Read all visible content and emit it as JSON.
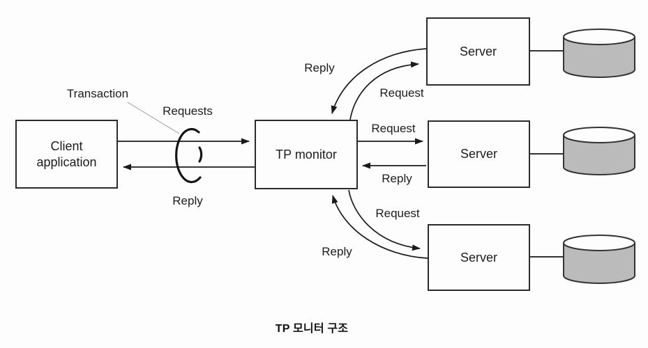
{
  "diagram": {
    "caption": "TP 모니터 구조",
    "nodes": {
      "client": "Client application",
      "tp_monitor": "TP monitor",
      "server_top": "Server",
      "server_mid": "Server",
      "server_bottom": "Server"
    },
    "labels": {
      "transaction": "Transaction",
      "requests": "Requests",
      "reply_client": "Reply",
      "reply_top": "Reply",
      "request_top": "Request",
      "request_mid": "Request",
      "reply_mid": "Reply",
      "request_bottom": "Request",
      "reply_bottom": "Reply"
    },
    "icons": {
      "database_top": "database-cylinder",
      "database_mid": "database-cylinder",
      "database_bottom": "database-cylinder"
    },
    "colors": {
      "line": "#1a1a1a",
      "box_border": "#2b2b2b",
      "cylinder_fill": "#bbbbbb",
      "background": "#fdfdfd",
      "pointer_line": "#9a9a9a"
    }
  }
}
